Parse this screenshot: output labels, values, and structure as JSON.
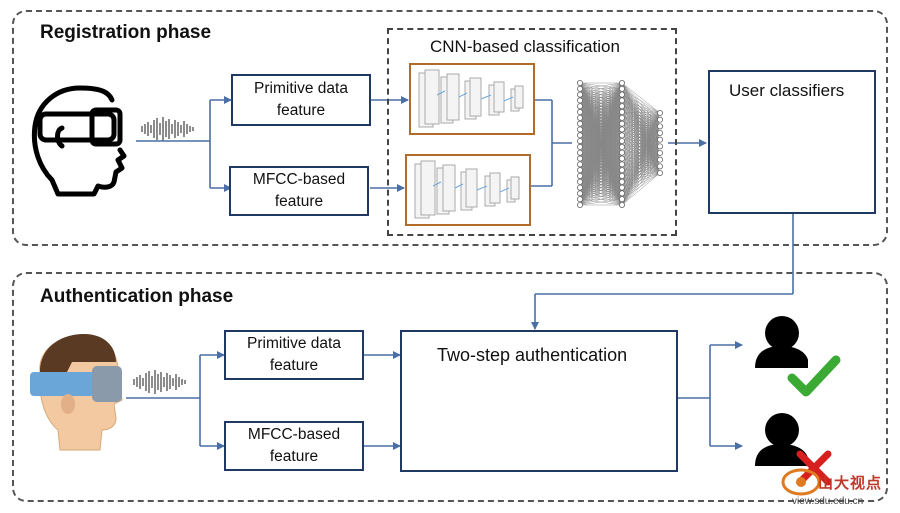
{
  "registration": {
    "title": "Registration phase",
    "primitive_box": [
      "Primitive data",
      "feature"
    ],
    "mfcc_box": [
      "MFCC-based",
      "feature"
    ],
    "cnn_title": "CNN-based classification",
    "classifier_title": "User classifiers"
  },
  "authentication": {
    "title": "Authentication phase",
    "primitive_box": [
      "Primitive data",
      "feature"
    ],
    "mfcc_box": [
      "MFCC-based",
      "feature"
    ],
    "auth_title": "Two-step authentication"
  },
  "colors": {
    "arrow": "#4a6fa5",
    "box_border": "#1f3864",
    "cnn_card_border": "#b36b2c",
    "check": "#3aaa35",
    "cross": "#d62020",
    "headset_blue": "#6aa7d8",
    "skin": "#f2c9a0",
    "hair": "#5a3a22"
  },
  "icons": [
    "head-with-vr-headset-outline-icon",
    "head-with-vr-headset-color-icon",
    "audio-waveform-icon",
    "neural-network-icon",
    "user-check-icon",
    "user-cross-icon"
  ],
  "watermark": {
    "brand": "山大视点",
    "url": "view.sdu.edu.cn"
  }
}
